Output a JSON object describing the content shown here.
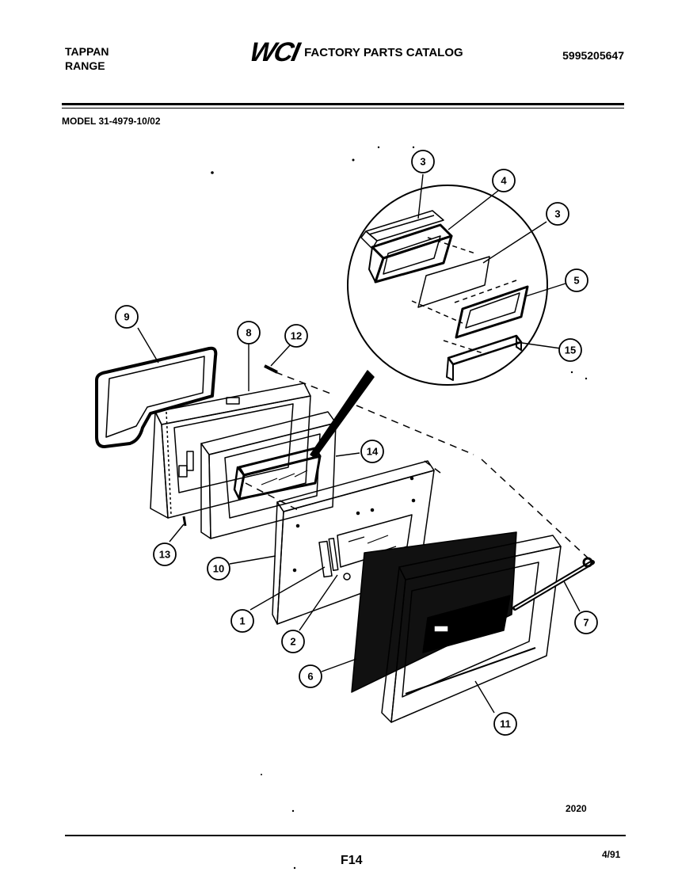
{
  "header": {
    "brand_line1": "TAPPAN",
    "brand_line2": "RANGE",
    "logo": "WCI",
    "catalog_title": "FACTORY PARTS CATALOG",
    "part_number": "5995205647"
  },
  "model_label": "MODEL 31-4979-10/02",
  "callouts": [
    {
      "id": "c3a",
      "label": "3"
    },
    {
      "id": "c4",
      "label": "4"
    },
    {
      "id": "c3b",
      "label": "3"
    },
    {
      "id": "c5",
      "label": "5"
    },
    {
      "id": "c15",
      "label": "15"
    },
    {
      "id": "c9",
      "label": "9"
    },
    {
      "id": "c8",
      "label": "8"
    },
    {
      "id": "c12",
      "label": "12"
    },
    {
      "id": "c14",
      "label": "14"
    },
    {
      "id": "c13",
      "label": "13"
    },
    {
      "id": "c10",
      "label": "10"
    },
    {
      "id": "c1",
      "label": "1"
    },
    {
      "id": "c2",
      "label": "2"
    },
    {
      "id": "c6",
      "label": "6"
    },
    {
      "id": "c7",
      "label": "7"
    },
    {
      "id": "c11",
      "label": "11"
    }
  ],
  "footer": {
    "figure_code": "2020",
    "page_id": "F14",
    "date": "4/91"
  }
}
